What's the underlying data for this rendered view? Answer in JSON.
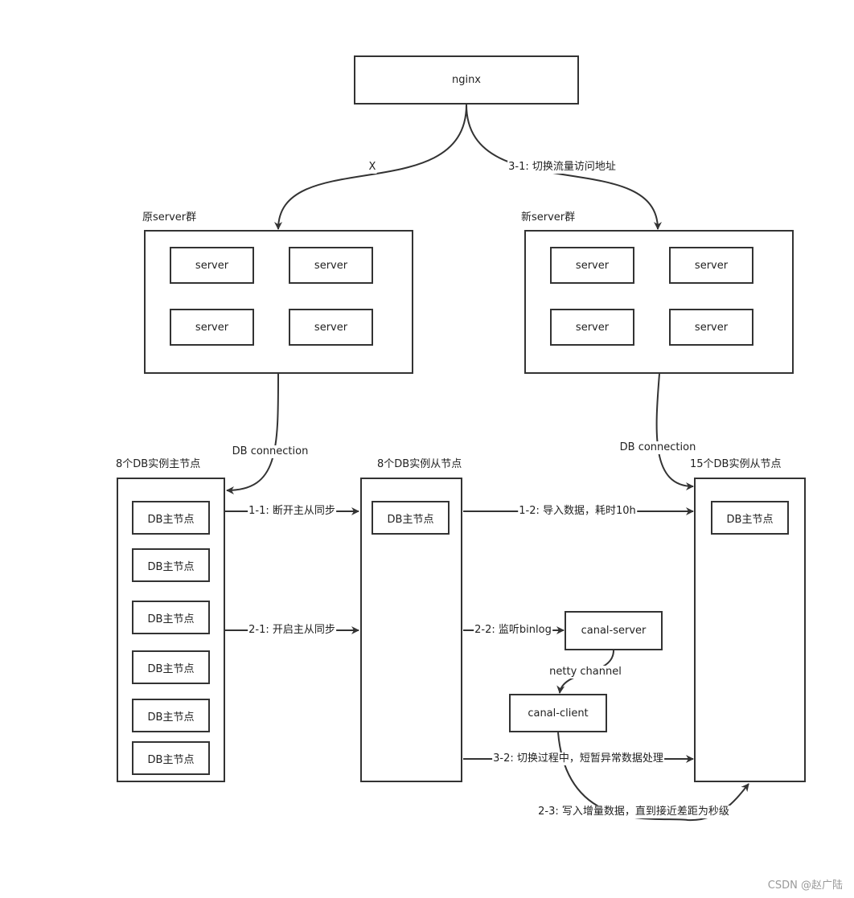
{
  "nginx": "nginx",
  "groups": {
    "old": "原server群",
    "new": "新server群",
    "master": "8个DB实例主节点",
    "slave": "8个DB实例从节点",
    "slave15": "15个DB实例从节点"
  },
  "server_label": "server",
  "db_master_label": "DB主节点",
  "canal_server": "canal-server",
  "canal_client": "canal-client",
  "edges": {
    "x": "X",
    "e31": "3-1: 切换流量访问地址",
    "dbconn_old": "DB connection",
    "dbconn_new": "DB connection",
    "e11": "1-1: 断开主从同步",
    "e12": "1-2: 导入数据，耗时10h",
    "e21": "2-1: 开启主从同步",
    "e22": "2-2: 监听binlog",
    "netty": "netty channel",
    "e32": "3-2: 切换过程中，短暂异常数据处理",
    "e23": "2-3: 写入增量数据，直到接近差距为秒级"
  },
  "watermark": "CSDN @赵广陆"
}
